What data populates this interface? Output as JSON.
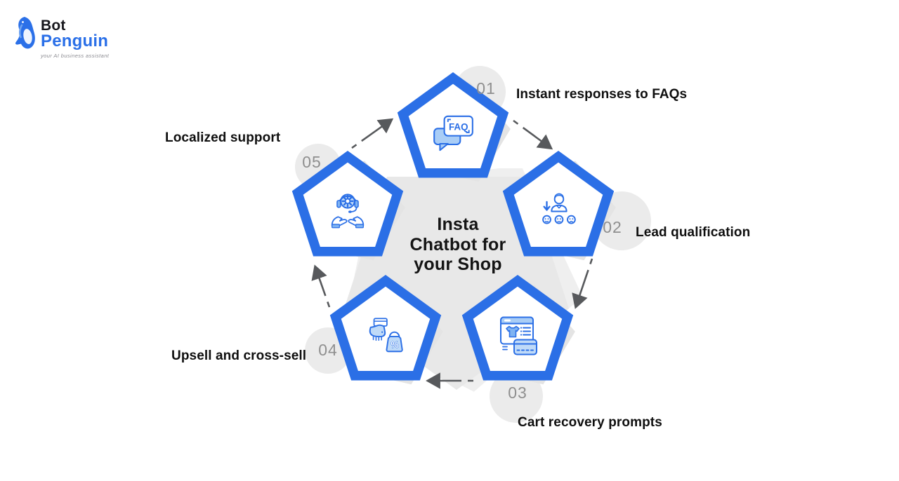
{
  "logo": {
    "bot": "Bot",
    "penguin": "Penguin",
    "tagline": "your AI business assistant",
    "icon": "penguin-icon"
  },
  "center": {
    "lines": [
      "Insta",
      "Chatbot for",
      "your Shop"
    ]
  },
  "steps": [
    {
      "number": "01",
      "label": "Instant responses to FAQs",
      "icon": "faq-icon"
    },
    {
      "number": "02",
      "label": "Lead qualification",
      "icon": "lead-qualification-icon"
    },
    {
      "number": "03",
      "label": "Cart recovery prompts",
      "icon": "cart-recovery-icon"
    },
    {
      "number": "04",
      "label": "Upsell and cross-sell",
      "icon": "upsell-cross-sell-icon"
    },
    {
      "number": "05",
      "label": "Localized support",
      "icon": "localized-support-icon"
    }
  ],
  "colors": {
    "primary_blue": "#2b6fe6",
    "icon_light_blue": "#bfdaf8",
    "icon_mid_blue": "#7fb3f2",
    "shadow_gray": "#e4e4e4",
    "center_gray": "#e9e9e9",
    "number_gray": "#8f8f8f",
    "arrow_gray": "#57595c",
    "label_dark": "#0f0f0f"
  }
}
